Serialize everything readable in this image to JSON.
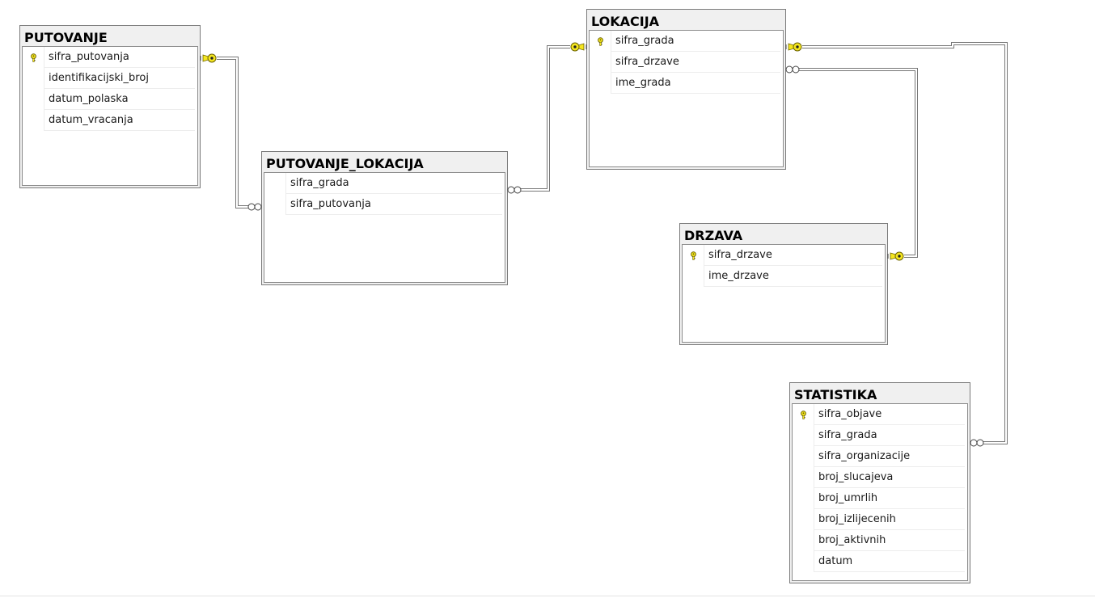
{
  "icons": {
    "primary_key": "key-icon",
    "relationship_one": "key-icon",
    "relationship_many": "infinity-icon"
  },
  "colors": {
    "key": "#f5e61f",
    "key_outline": "#6b6200",
    "line": "#7a7a7a"
  },
  "tables": [
    {
      "id": "putovanje",
      "name": "PUTOVANJE",
      "columns": [
        {
          "name": "sifra_putovanja",
          "pk": true
        },
        {
          "name": "identifikacijski_broj",
          "pk": false
        },
        {
          "name": "datum_polaska",
          "pk": false
        },
        {
          "name": "datum_vracanja",
          "pk": false
        }
      ]
    },
    {
      "id": "putovanje_lokacija",
      "name": "PUTOVANJE_LOKACIJA",
      "columns": [
        {
          "name": "sifra_grada",
          "pk": false
        },
        {
          "name": "sifra_putovanja",
          "pk": false
        }
      ]
    },
    {
      "id": "lokacija",
      "name": "LOKACIJA",
      "columns": [
        {
          "name": "sifra_grada",
          "pk": true
        },
        {
          "name": "sifra_drzave",
          "pk": false
        },
        {
          "name": "ime_grada",
          "pk": false
        }
      ]
    },
    {
      "id": "drzava",
      "name": "DRZAVA",
      "columns": [
        {
          "name": "sifra_drzave",
          "pk": true
        },
        {
          "name": "ime_drzave",
          "pk": false
        }
      ]
    },
    {
      "id": "statistika",
      "name": "STATISTIKA",
      "columns": [
        {
          "name": "sifra_objave",
          "pk": true
        },
        {
          "name": "sifra_grada",
          "pk": false
        },
        {
          "name": "sifra_organizacije",
          "pk": false
        },
        {
          "name": "broj_slucajeva",
          "pk": false
        },
        {
          "name": "broj_umrlih",
          "pk": false
        },
        {
          "name": "broj_izlijecenih",
          "pk": false
        },
        {
          "name": "broj_aktivnih",
          "pk": false
        },
        {
          "name": "datum",
          "pk": false
        }
      ]
    }
  ],
  "relationships": [
    {
      "from": "putovanje",
      "to": "putovanje_lokacija"
    },
    {
      "from": "lokacija",
      "to": "putovanje_lokacija"
    },
    {
      "from": "drzava",
      "to": "lokacija"
    },
    {
      "from": "lokacija",
      "to": "statistika"
    }
  ]
}
